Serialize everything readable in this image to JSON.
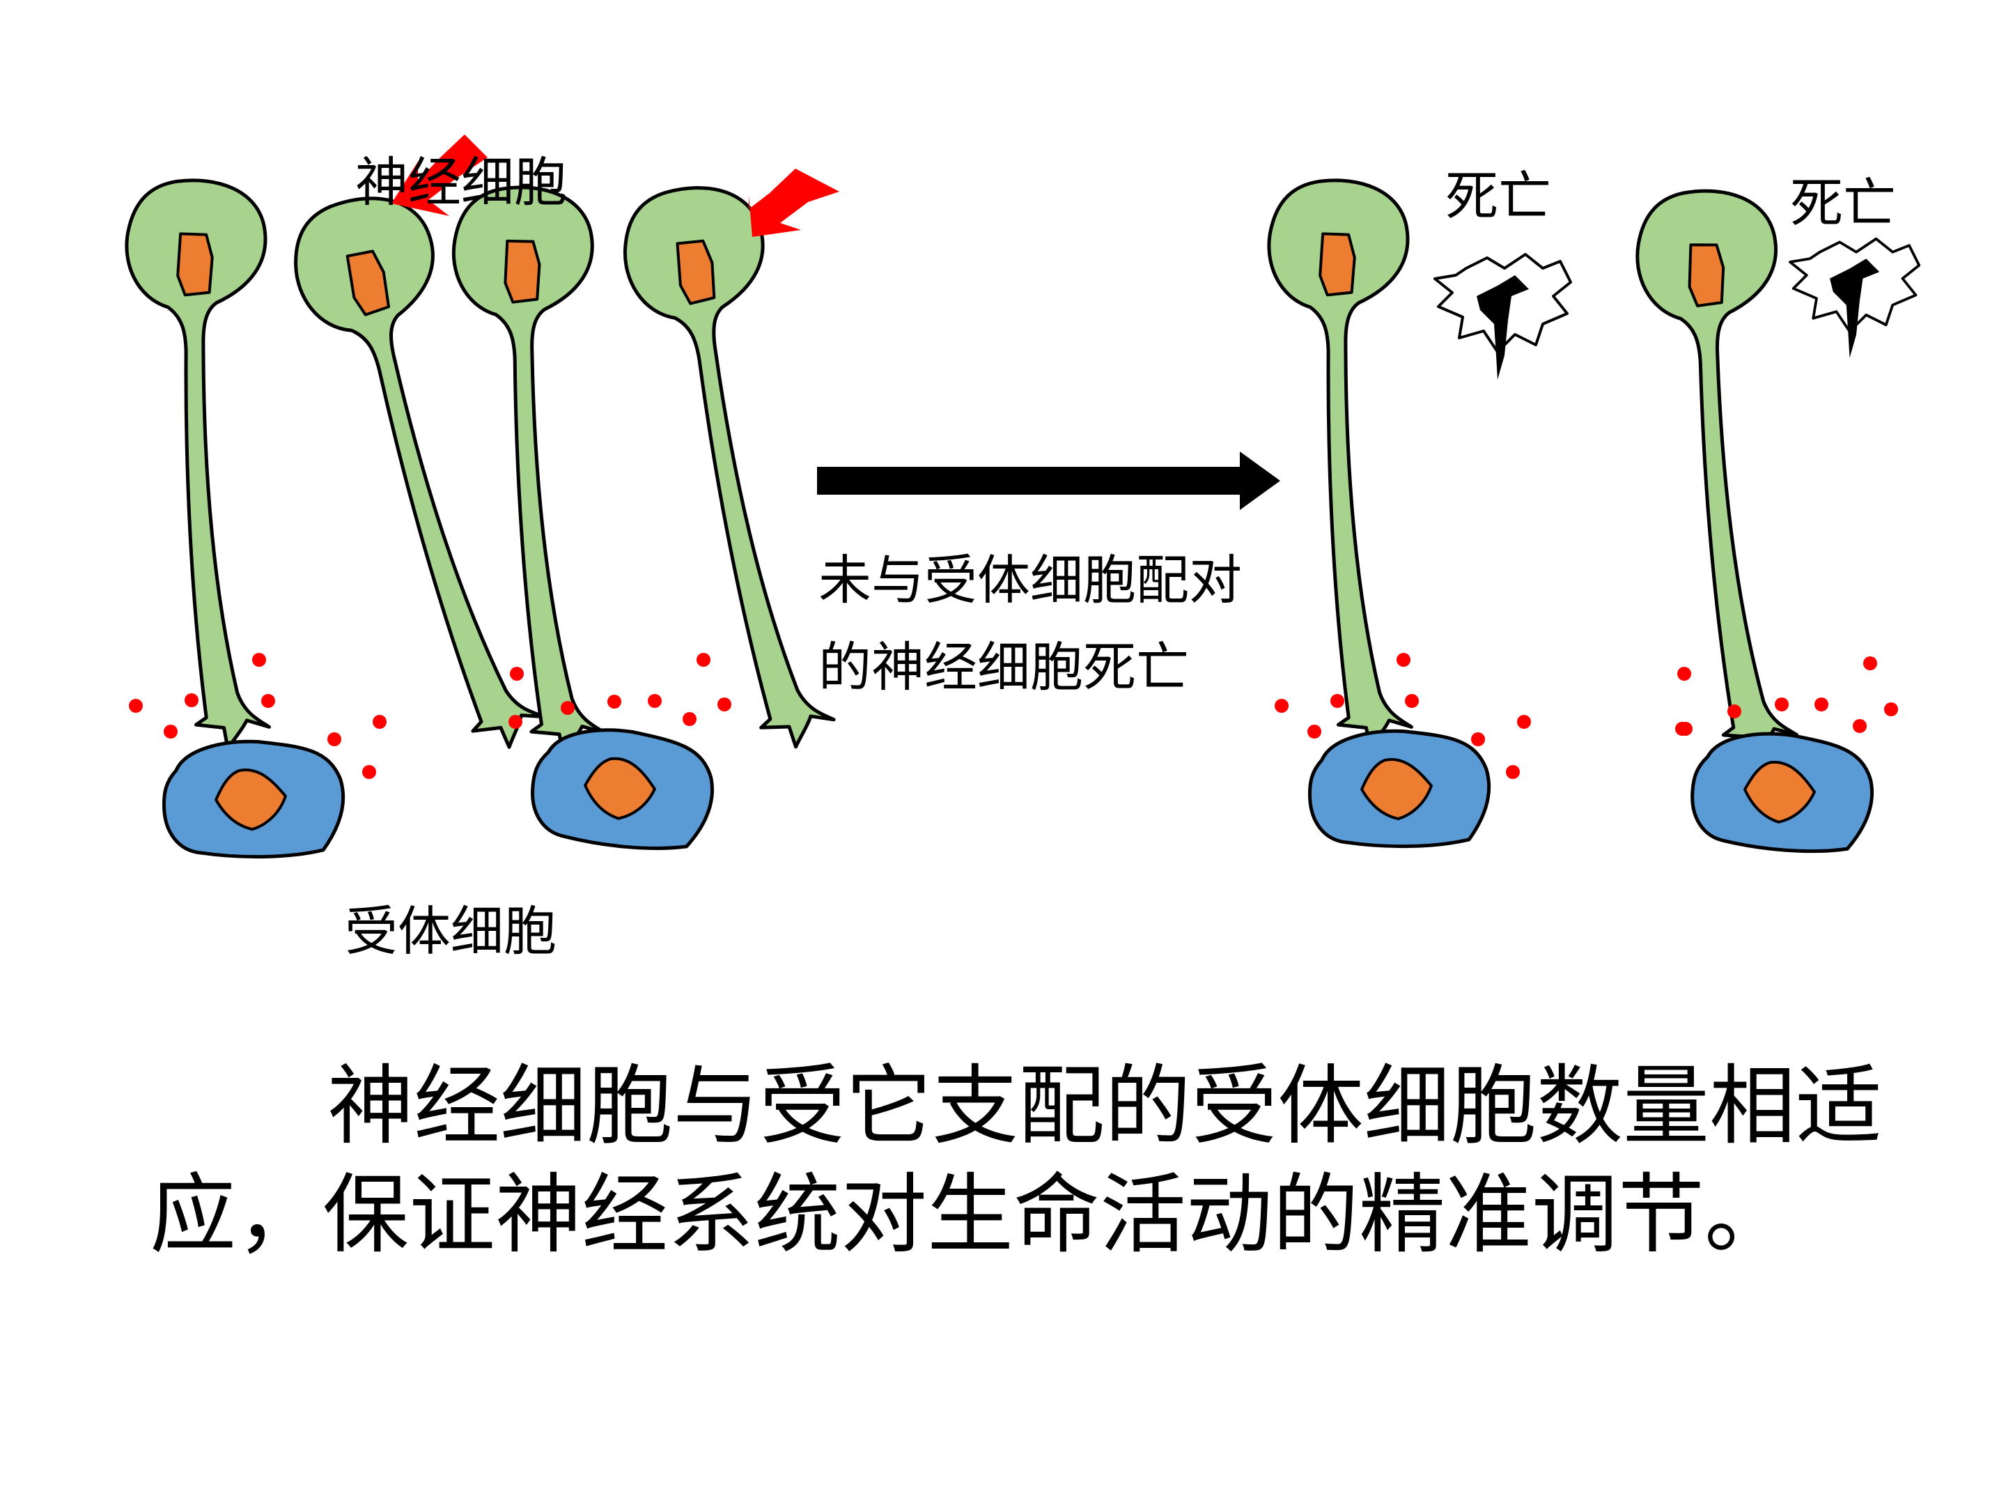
{
  "labels": {
    "neuron": "神经细胞",
    "receptor": "受体细胞",
    "death_1": "死亡",
    "death_2": "死亡"
  },
  "arrow_caption": {
    "line1": "未与受体细胞配对",
    "line2": "的神经细胞死亡"
  },
  "summary": {
    "line1": "神经细胞与受它支配的受体细胞数量相适",
    "line2": "应，保证神经系统对生命活动的精准调节。"
  },
  "colors": {
    "neuron_fill": "#a8d38f",
    "nucleus_fill": "#ed7d31",
    "receptor_fill": "#5b9bd5",
    "signal_dot": "#ff0000",
    "pointer_arrow": "#ff0000",
    "main_arrow": "#000000"
  }
}
